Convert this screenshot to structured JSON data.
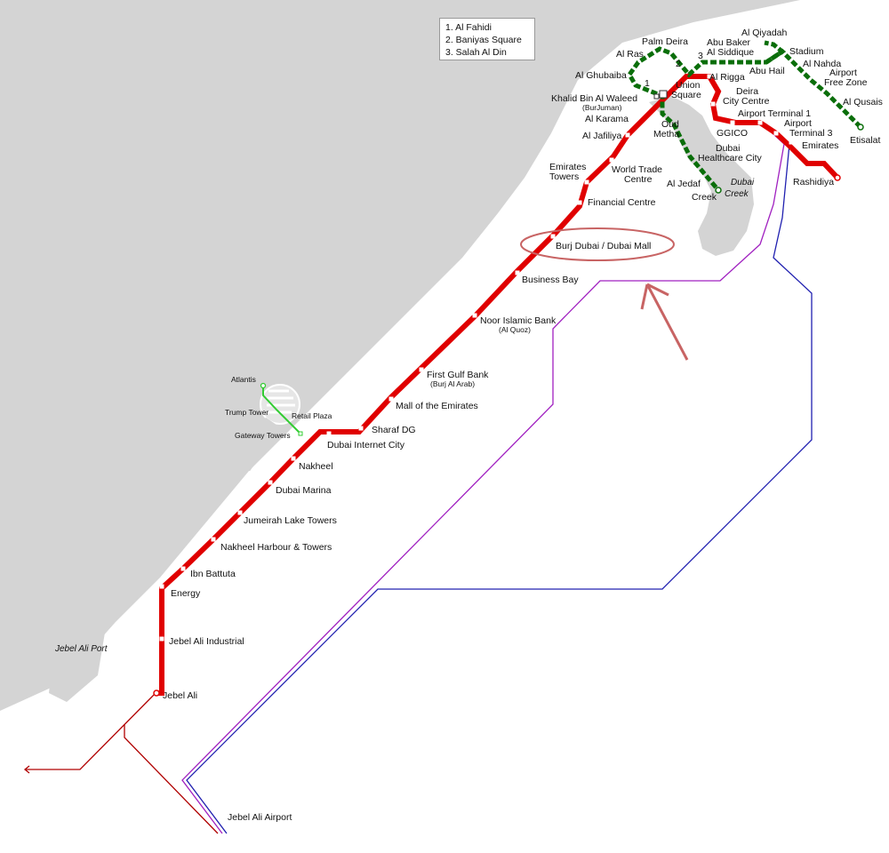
{
  "colors": {
    "land_sea": "#d4d4d4",
    "red_line": "#e00000",
    "green_line": "#0a6e0a",
    "purple_line": "#a020c0",
    "blue_line": "#2020b0",
    "palm_line": "#33cc33",
    "highlight_ellipse": "#c86464",
    "arrow": "#c86464"
  },
  "legend": {
    "items": [
      "1. Al Fahidi",
      "2. Baniyas Square",
      "3. Salah Al Din"
    ]
  },
  "markers": {
    "m1": "1",
    "m2": "2",
    "m3": "3"
  },
  "red_stations": {
    "rashidiya": "Rashidiya",
    "emirates": "Emirates",
    "airport_t3_a": "Airport",
    "airport_t3_b": "Terminal 3",
    "airport_t1": "Airport Terminal 1",
    "ggico": "GGICO",
    "deira_cc_a": "Deira",
    "deira_cc_b": "City Centre",
    "al_rigga": "Al Rigga",
    "union_a": "Union",
    "union_b": "Square",
    "khalid_a": "Khalid Bin Al Waleed",
    "khalid_b": "(BurJuman)",
    "al_karama": "Al Karama",
    "al_jafiliya": "Al Jafiliya",
    "wtc_a": "World Trade",
    "wtc_b": "Centre",
    "et_a": "Emirates",
    "et_b": "Towers",
    "financial_centre": "Financial Centre",
    "burj": "Burj Dubai / Dubai Mall",
    "business_bay": "Business Bay",
    "noor_a": "Noor Islamic Bank",
    "noor_b": "(Al Quoz)",
    "fgb_a": "First Gulf Bank",
    "fgb_b": "(Burj Al Arab)",
    "moe": "Mall of the Emirates",
    "sharaf": "Sharaf DG",
    "dic": "Dubai Internet City",
    "nakheel": "Nakheel",
    "marina": "Dubai Marina",
    "jlt": "Jumeirah Lake Towers",
    "nht": "Nakheel Harbour & Towers",
    "ibn": "Ibn Battuta",
    "energy": "Energy",
    "jai": "Jebel Ali Industrial",
    "jebel_ali": "Jebel Ali"
  },
  "green_stations": {
    "al_qiyadah": "Al Qiyadah",
    "stadium": "Stadium",
    "al_nahda": "Al Nahda",
    "afz_a": "Airport",
    "afz_b": "Free Zone",
    "al_qusais": "Al Qusais",
    "etisalat": "Etisalat",
    "abu_hail": "Abu Hail",
    "abs_a": "Abu Baker",
    "abs_b": "Al Siddique",
    "palm_deira": "Palm Deira",
    "al_ras": "Al Ras",
    "al_ghubaiba": "Al Ghubaiba",
    "oud_a": "Oud",
    "oud_b": "Metha",
    "dhc_a": "Dubai",
    "dhc_b": "Healthcare City",
    "al_jedaf": "Al Jedaf",
    "creek": "Creek"
  },
  "palm_stations": {
    "atlantis": "Atlantis",
    "trump": "Trump Tower",
    "retail": "Retail Plaza",
    "gateway": "Gateway Towers"
  },
  "places": {
    "dubai_creek_a": "Dubai",
    "dubai_creek_b": "Creek",
    "jebel_ali_port": "Jebel Ali Port",
    "jebel_ali_airport": "Jebel Ali Airport"
  }
}
